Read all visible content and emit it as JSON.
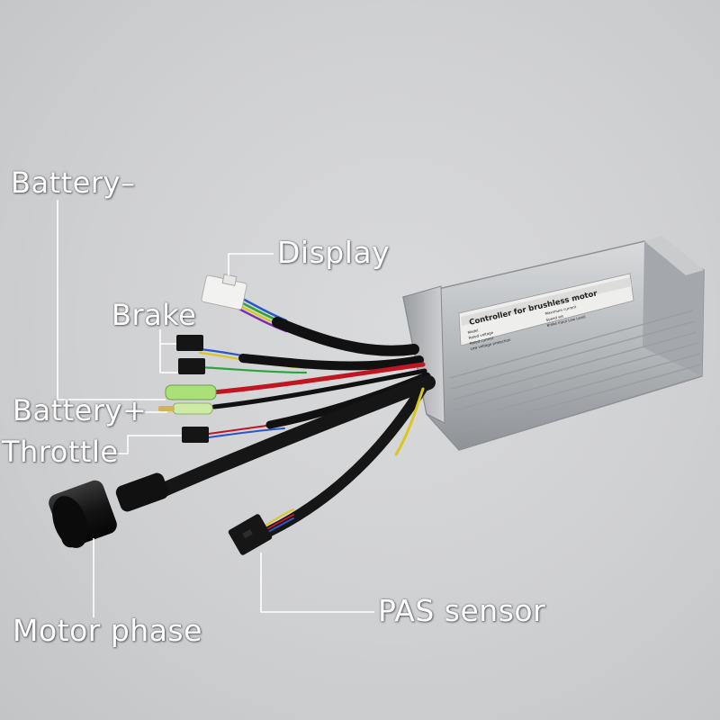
{
  "callouts": {
    "battery_minus": "Battery–",
    "display": "Display",
    "brake": "Brake",
    "battery_plus": "Battery+",
    "throttle": "Throttle",
    "pas_sensor": "PAS sensor",
    "motor_phase": "Motor phase"
  },
  "label_plate": {
    "title": "Controller for brushless motor",
    "row1_left": "Model",
    "row1_right": "Maximum current",
    "row2_left": "Rated voltage",
    "row2_right": "Speed set",
    "row3_left": "Rated current",
    "row3_right": "Brake input Low Level",
    "row4_left": "Low voltage protection"
  },
  "colors": {
    "background": "#cfd0d2",
    "callout_text": "#ffffff",
    "callout_line": "#ffffff",
    "housing": "#b9bcbf",
    "cable": "#1a1a1a",
    "battery_connector": "#a9e07a"
  }
}
